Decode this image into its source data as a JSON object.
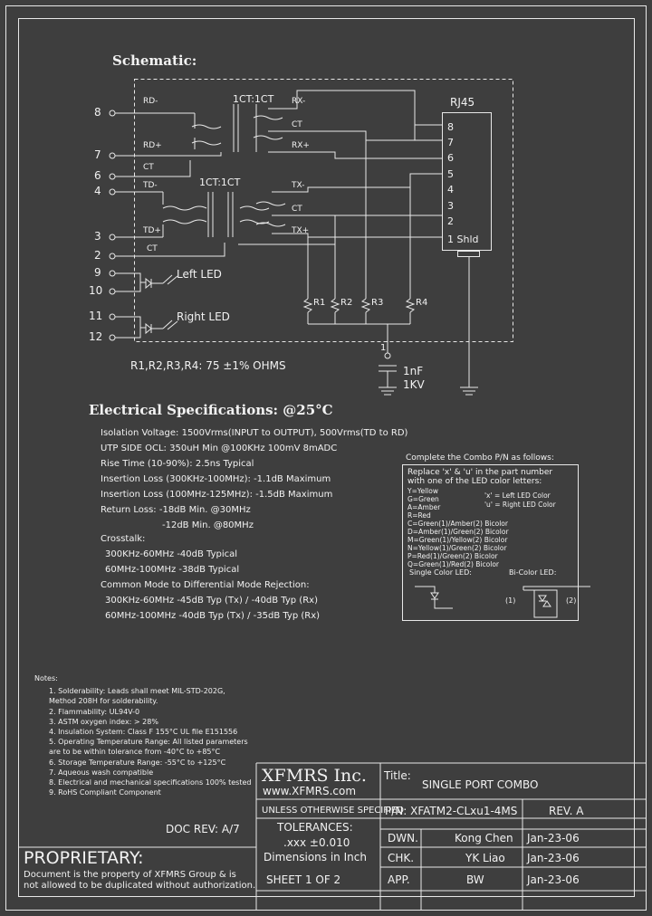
{
  "schematic": {
    "title": "Schematic:",
    "rj45_label": "RJ45",
    "transformer_top": "1CT:1CT",
    "transformer_bottom": "1CT:1CT",
    "left_pins": [
      "8",
      "7",
      "6",
      "4",
      "3",
      "2",
      "9",
      "10",
      "11",
      "12"
    ],
    "left_nets": {
      "rd_minus": "RD-",
      "rd_plus": "RD+",
      "ct1": "CT",
      "td_minus": "TD-",
      "td_plus": "TD+",
      "ct2": "CT"
    },
    "right_nets": {
      "rx_minus": "RX-",
      "ct_rx": "CT",
      "rx_plus": "RX+",
      "tx_minus": "TX-",
      "ct_tx": "CT",
      "tx_plus": "TX+"
    },
    "rj45_pins": [
      "8",
      "7",
      "6",
      "5",
      "4",
      "3",
      "2",
      "1 Shld"
    ],
    "left_led": "Left LED",
    "right_led": "Right LED",
    "resistors": [
      "R1",
      "R2",
      "R3",
      "R4"
    ],
    "cap_node": "1",
    "cap_value": "1nF",
    "cap_voltage": "1KV",
    "resistor_note": "R1,R2,R3,R4:  75  ±1%  OHMS"
  },
  "specs": {
    "title": "Electrical Specifications: @25°C",
    "lines": [
      "Isolation Voltage:  1500Vrms(INPUT to OUTPUT), 500Vrms(TD to RD)",
      "UTP SIDE OCL: 350uH Min @100KHz 100mV 8mADC",
      "Rise Time (10-90%):  2.5ns Typical",
      "Insertion Loss (300KHz-100MHz):  -1.1dB Maximum",
      "Insertion Loss (100MHz-125MHz):  -1.5dB Maximum",
      "Return Loss:  -18dB Min. @30MHz",
      "-12dB Min. @80MHz",
      "Crosstalk:",
      "300KHz-60MHz        -40dB Typical",
      "60MHz-100MHz        -38dB Typical",
      "Common Mode to Differential Mode Rejection:",
      "300KHz-60MHz       -45dB Typ (Tx) / -40dB Typ (Rx)",
      "60MHz-100MHz       -40dB Typ (Tx) / -35dB Typ (Rx)"
    ]
  },
  "combo": {
    "header": "Complete the Combo P/N as follows:",
    "intro": [
      "Replace 'x' & 'u' in the part number",
      "with one of the LED color letters:"
    ],
    "colors": [
      "Y=Yellow",
      "G=Green",
      "A=Amber",
      "R=Red",
      "C=Green(1)/Amber(2)  Bicolor",
      "D=Amber(1)/Green(2)  Bicolor",
      "M=Green(1)/Yellow(2) Bicolor",
      "N=Yellow(1)/Green(2) Bicolor",
      "P=Red(1)/Green(2)  Bicolor",
      "Q=Green(1)/Red(2)  Bicolor"
    ],
    "x_note": "'x' = Left LED Color",
    "u_note": "'u' = Right LED Color",
    "single_label": "Single Color LED:",
    "bi_label": "Bi-Color LED:",
    "bi_1": "(1)",
    "bi_2": "(2)"
  },
  "notes": {
    "title": "Notes:",
    "items": [
      "1. Solderability: Leads shall meet MIL-STD-202G,",
      "    Method 208H for solderability.",
      "2. Flammability: UL94V-0",
      "3. ASTM oxygen index: > 28%",
      "4. Insulation System: Class F 155°C UL file E151556",
      "5. Operating Temperature Range: All listed parameters",
      "    are to be within tolerance from -40°C to +85°C",
      "6. Storage Temperature Range: -55°C to +125°C",
      "7. Aqueous wash compatible",
      "8. Electrical and mechanical specifications 100% tested",
      "9. RoHS Compliant Component"
    ]
  },
  "doc_rev": "DOC REV: A/7",
  "proprietary": {
    "title": "PROPRIETARY:",
    "text1": "Document is the property of XFMRS Group & is",
    "text2": "not allowed to be duplicated without authorization."
  },
  "title_block": {
    "company": "XFMRS Inc.",
    "website": "www.XFMRS.com",
    "title_label": "Title:",
    "title_value": "SINGLE PORT COMBO",
    "unless": "UNLESS OTHERWISE SPECIFIED",
    "tolerances": "TOLERANCES:",
    "tol_value": ".xxx ±0.010",
    "dims": "Dimensions in Inch",
    "sheet": "SHEET  1  OF  2",
    "pn": "P/N: XFATM2-CLxu1-4MS",
    "rev": "REV. A",
    "dwn_label": "DWN.",
    "dwn_name": "Kong Chen",
    "dwn_date": "Jan-23-06",
    "chk_label": "CHK.",
    "chk_name": "YK Liao",
    "chk_date": "Jan-23-06",
    "app_label": "APP.",
    "app_name": "BW",
    "app_date": "Jan-23-06"
  }
}
